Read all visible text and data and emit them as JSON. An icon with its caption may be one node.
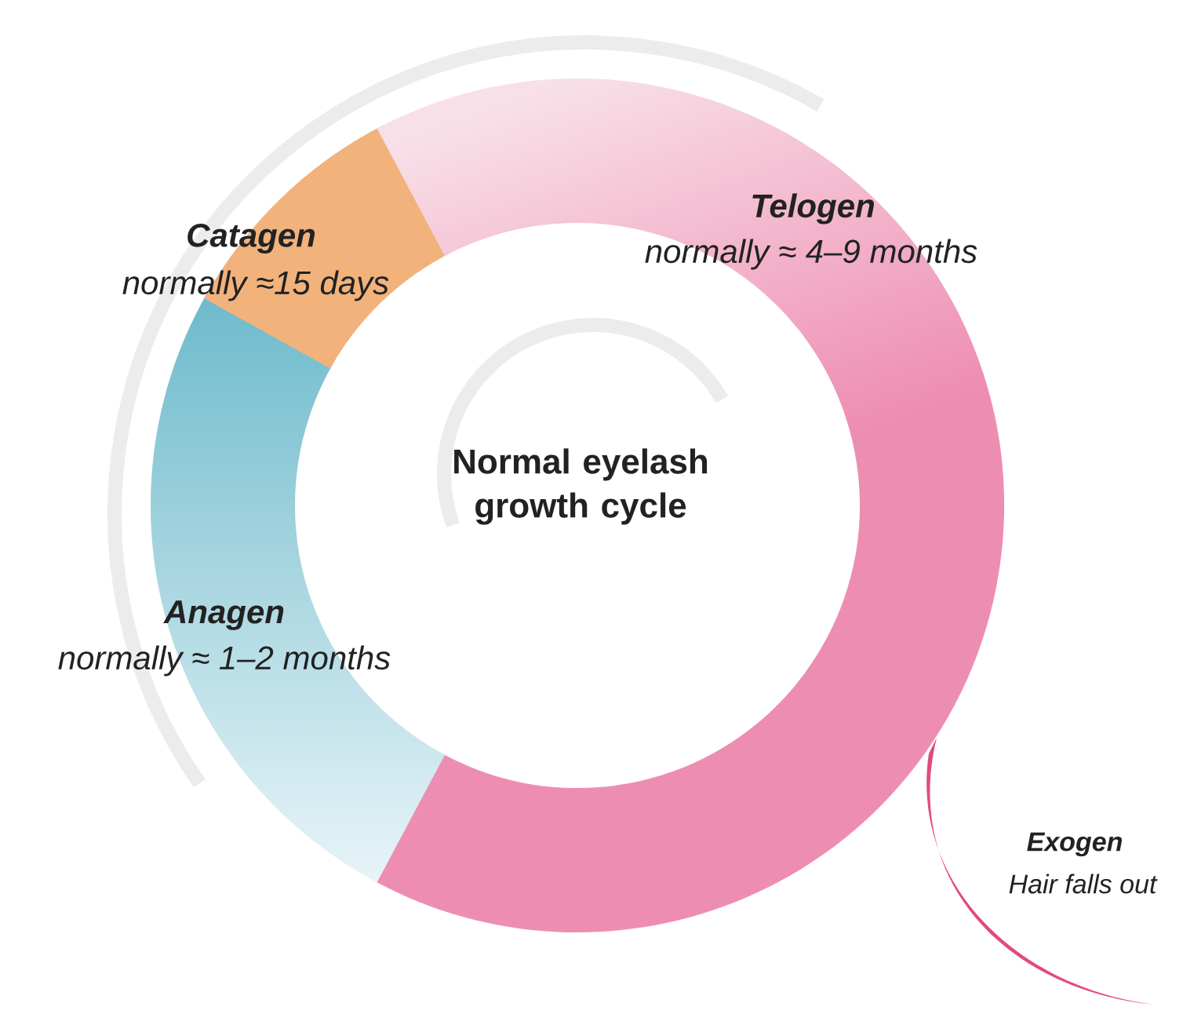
{
  "diagram": {
    "labels": [
      "Catagen",
      "normally ≈15 days",
      "Telogen",
      "normally ≈ 4–9 months",
      "Normal eyelash growth cycle",
      "Anagen",
      "normally ≈ 1–2 months",
      "Exogen",
      "Hair falls out"
    ]
  }
}
